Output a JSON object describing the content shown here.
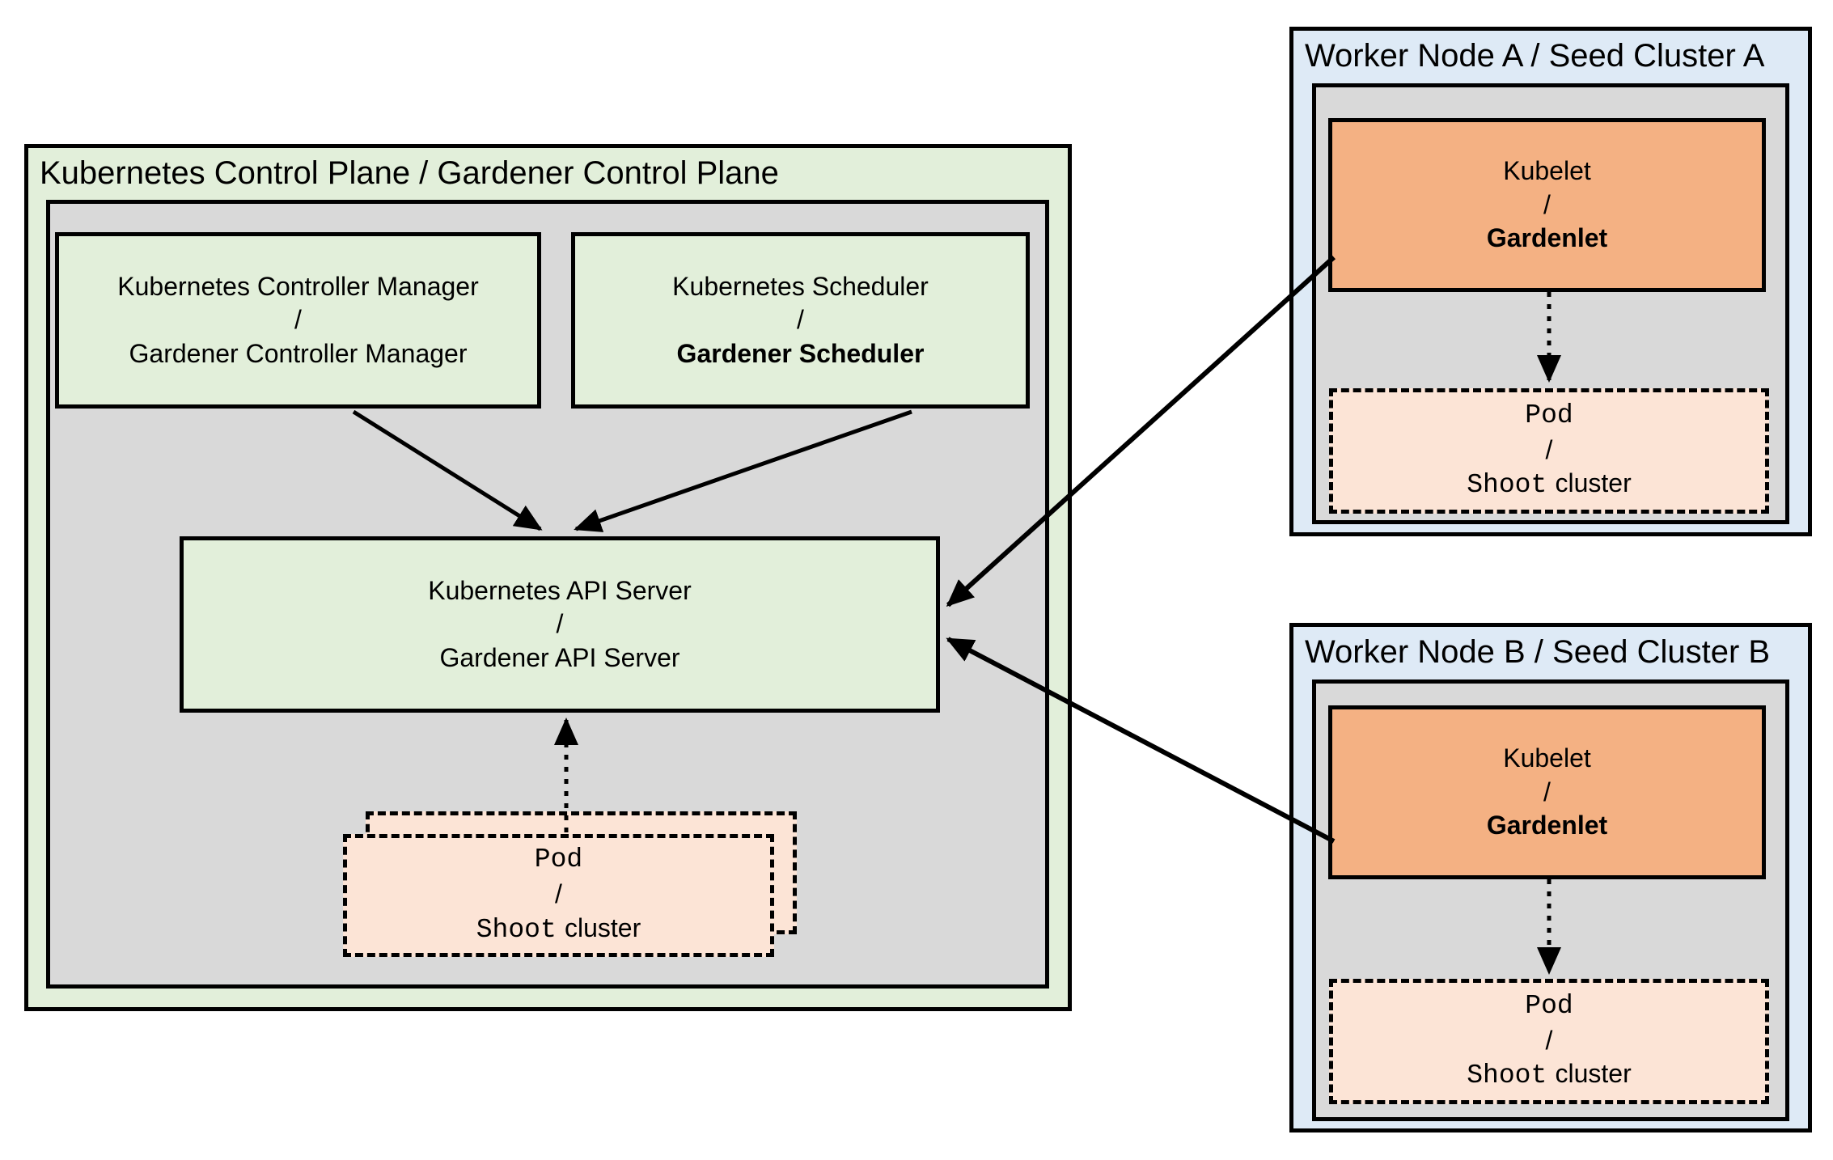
{
  "colors": {
    "green_fill": "#E2EFDA",
    "gray_fill": "#D9D9D9",
    "blue_fill": "#DEEAF6",
    "orange_fill": "#F4B183",
    "peach_fill": "#FCE4D6",
    "border": "#000000",
    "background": "#FFFFFF"
  },
  "control_plane": {
    "title": "Kubernetes Control Plane / Gardener Control Plane",
    "controller_manager": {
      "line1": "Kubernetes Controller Manager",
      "separator": "/",
      "line2": "Gardener Controller Manager"
    },
    "scheduler": {
      "line1": "Kubernetes Scheduler",
      "separator": "/",
      "line2": "Gardener Scheduler"
    },
    "api_server": {
      "line1": "Kubernetes API Server",
      "separator": "/",
      "line2": "Gardener API Server"
    },
    "pod": {
      "line1": "Pod",
      "separator": "/",
      "line2_mono": "Shoot",
      "line2_sans": "cluster"
    }
  },
  "worker_node_a": {
    "title": "Worker Node A / Seed Cluster A",
    "kubelet": {
      "line1": "Kubelet",
      "separator": "/",
      "line2": "Gardenlet"
    },
    "pod": {
      "line1": "Pod",
      "separator": "/",
      "line2_mono": "Shoot",
      "line2_sans": "cluster"
    }
  },
  "worker_node_b": {
    "title": "Worker Node B / Seed Cluster B",
    "kubelet": {
      "line1": "Kubelet",
      "separator": "/",
      "line2": "Gardenlet"
    },
    "pod": {
      "line1": "Pod",
      "separator": "/",
      "line2_mono": "Shoot",
      "line2_sans": "cluster"
    }
  }
}
